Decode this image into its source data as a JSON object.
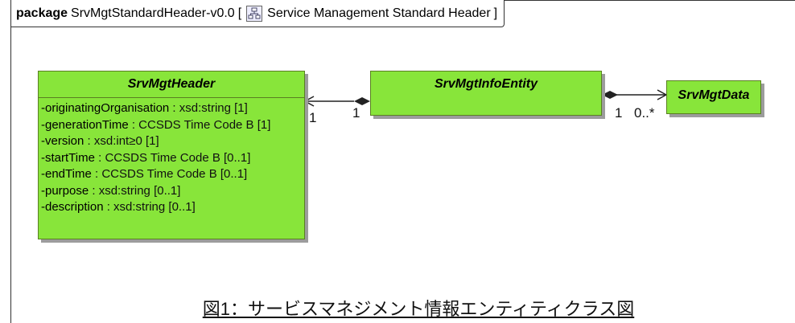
{
  "package": {
    "keyword": "package",
    "name": "SrvMgtStandardHeader-v0.0",
    "open_bracket": "[",
    "diagram_title": "Service Management Standard Header",
    "close_bracket": "]",
    "icon": "class-diagram-icon"
  },
  "classes": {
    "header": {
      "name": "SrvMgtHeader",
      "attributes": [
        {
          "name": "-originatingOrganisation",
          "type": " : xsd:string [1]"
        },
        {
          "name": "-generationTime",
          "type": " : CCSDS Time Code B [1]"
        },
        {
          "name": "-version",
          "type": " : xsd:int≥0 [1]"
        },
        {
          "name": "-startTime",
          "type": " : CCSDS Time Code B [0..1]"
        },
        {
          "name": "-endTime",
          "type": " : CCSDS Time Code B [0..1]"
        },
        {
          "name": "-purpose",
          "type": " : xsd:string [0..1]"
        },
        {
          "name": "-description",
          "type": " : xsd:string [0..1]"
        }
      ]
    },
    "info_entity": {
      "name": "SrvMgtInfoEntity"
    },
    "data": {
      "name": "SrvMgtData"
    }
  },
  "associations": {
    "header_end": "1",
    "info_entity_end_left": "1",
    "info_entity_end_right": "1",
    "data_end": "0..*"
  },
  "colors": {
    "class_fill": "#88e53a",
    "class_border": "#5a7f22",
    "shadow": "#9c9c9c"
  },
  "caption": "図1：サービスマネジメント情報エンティティクラス図"
}
